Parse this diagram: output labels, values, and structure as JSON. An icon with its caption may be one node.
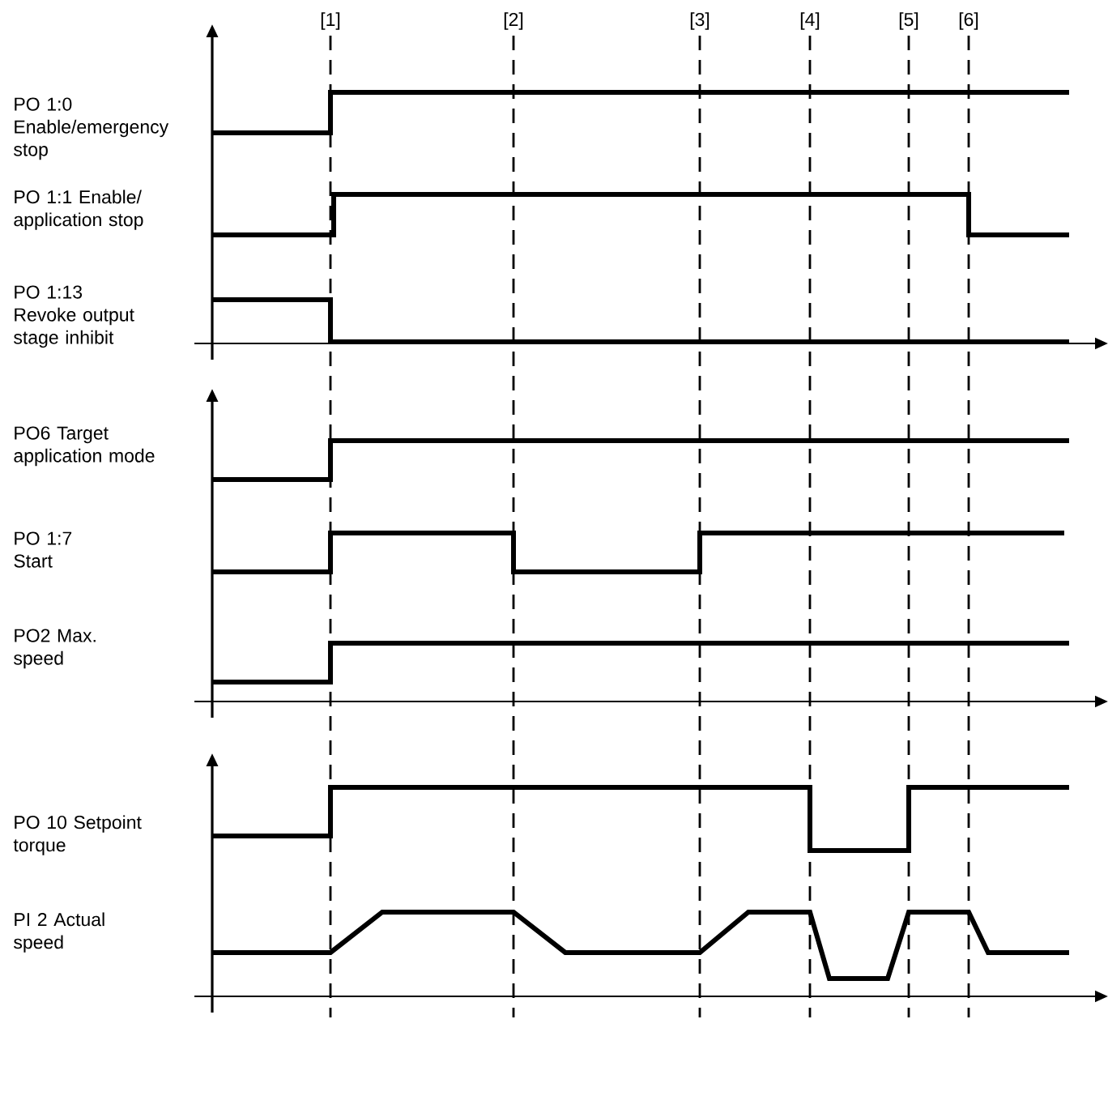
{
  "diagram": {
    "labels": [
      "[1]",
      "[2]",
      "[3]",
      "[4]",
      "[5]",
      "[6]",
      "PO 1:0 Enable/emergency stop",
      "PO 1:1 Enable/ application stop",
      "PO 1:13 Revoke output stage inhibit",
      "PO6 Target application mode",
      "PO 1:7 Start",
      "PO2 Max. speed",
      "PO 10 Setpoint torque",
      "PI 2 Actual speed"
    ]
  }
}
